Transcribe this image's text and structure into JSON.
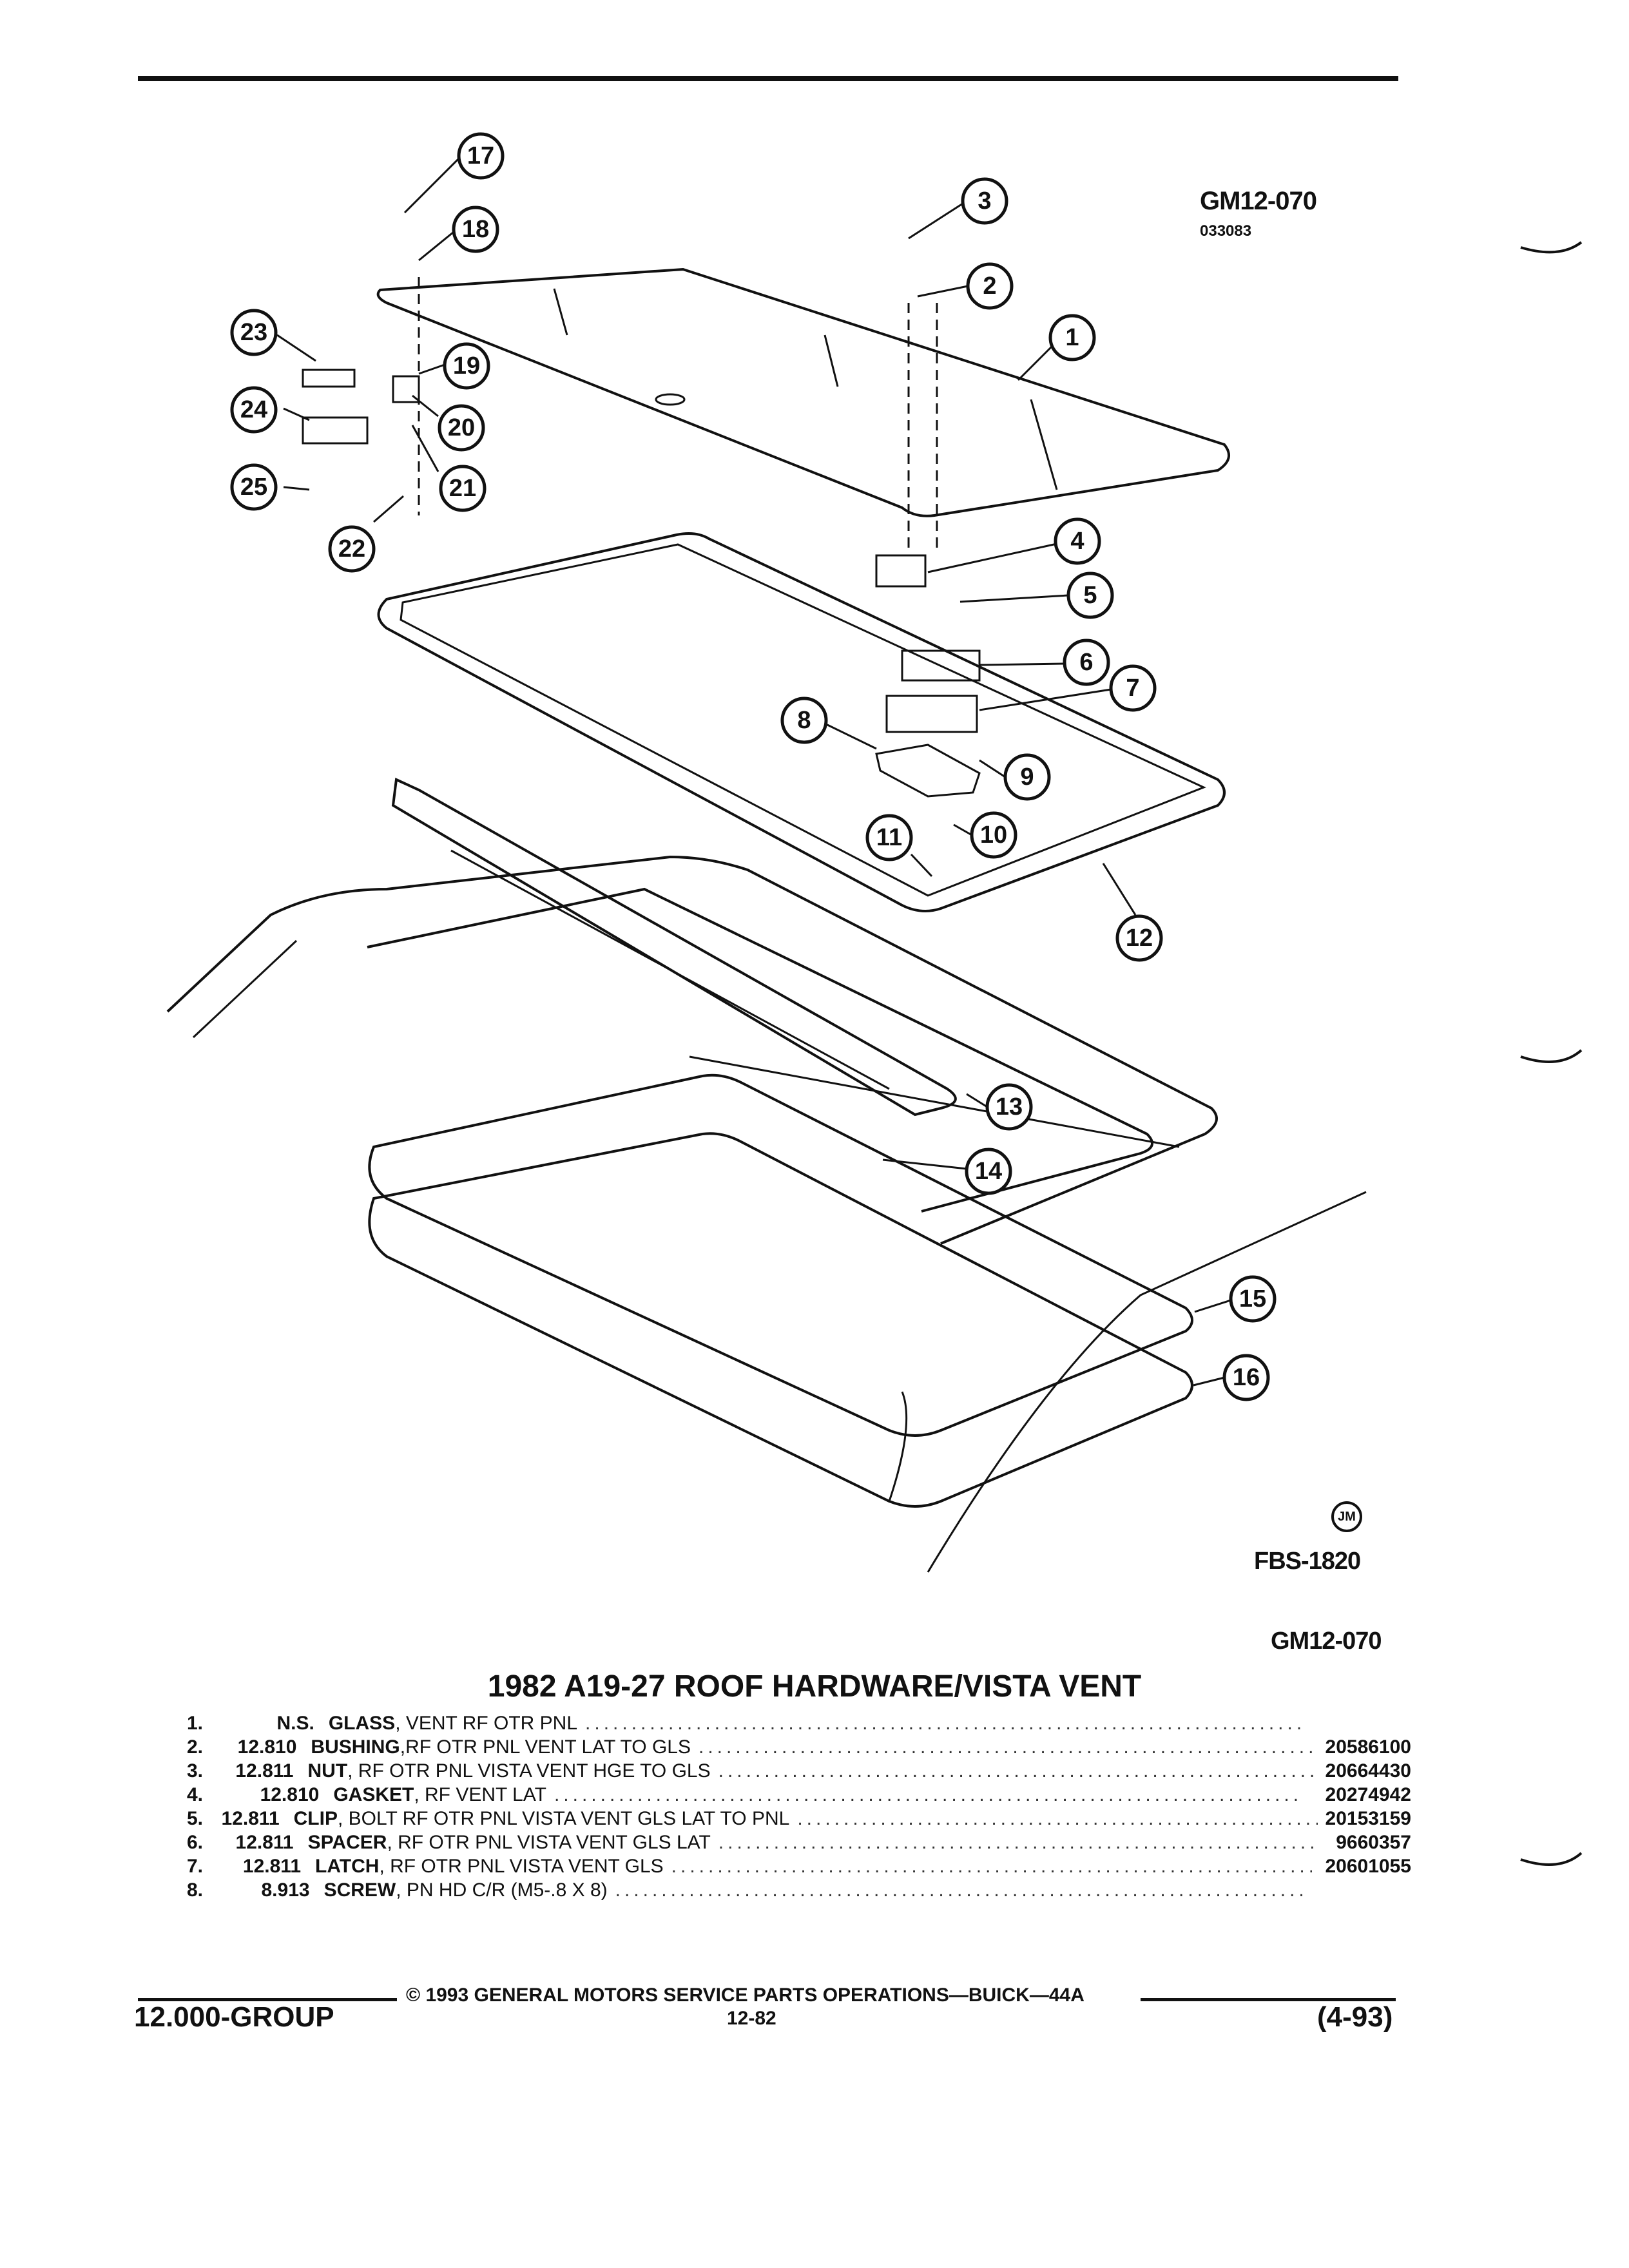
{
  "figure": {
    "code": "GM12-070",
    "sub_code": "033083",
    "fbs": "FBS-1820",
    "artist_mark": "JM",
    "code_repeat": "GM12-070",
    "callouts": [
      "1",
      "2",
      "3",
      "4",
      "5",
      "6",
      "7",
      "8",
      "9",
      "10",
      "11",
      "12",
      "13",
      "14",
      "15",
      "16",
      "17",
      "18",
      "19",
      "20",
      "21",
      "22",
      "23",
      "24",
      "25"
    ]
  },
  "title": "1982 A19-27 ROOF HARDWARE/VISTA VENT",
  "parts": [
    {
      "num": "1.",
      "group": "N.S.",
      "name": "GLASS",
      "desc": ", VENT RF OTR PNL",
      "pn": ""
    },
    {
      "num": "2.",
      "group": "12.810",
      "name": "BUSHING",
      "desc": ",RF OTR PNL VENT LAT TO GLS",
      "pn": "20586100"
    },
    {
      "num": "3.",
      "group": "12.811",
      "name": "NUT",
      "desc": ", RF OTR PNL VISTA VENT HGE TO GLS",
      "pn": "20664430"
    },
    {
      "num": "4.",
      "group": "12.810",
      "name": "GASKET",
      "desc": ", RF VENT LAT",
      "pn": "20274942"
    },
    {
      "num": "5.",
      "group": "12.811",
      "name": "CLIP",
      "desc": ", BOLT RF OTR PNL VISTA VENT GLS LAT TO PNL",
      "pn": "20153159"
    },
    {
      "num": "6.",
      "group": "12.811",
      "name": "SPACER",
      "desc": ", RF OTR PNL VISTA VENT GLS LAT",
      "pn": "9660357"
    },
    {
      "num": "7.",
      "group": "12.811",
      "name": "LATCH",
      "desc": ", RF OTR PNL VISTA VENT GLS",
      "pn": "20601055"
    },
    {
      "num": "8.",
      "group": "8.913",
      "name": "SCREW",
      "desc": ", PN HD C/R (M5-.8 X 8)",
      "pn": ""
    }
  ],
  "footer": {
    "copyright": "© 1993 GENERAL MOTORS SERVICE PARTS OPERATIONS—BUICK—44A",
    "group": "12.000-GROUP",
    "page": "12-82",
    "date": "(4-93)"
  }
}
